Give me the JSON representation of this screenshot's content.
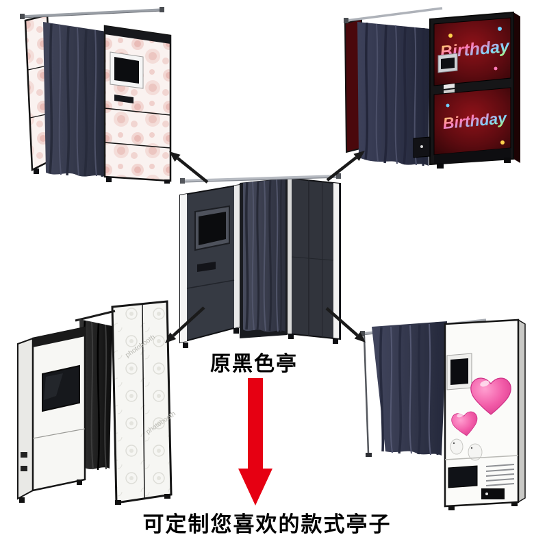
{
  "captions": {
    "center": "原黑色亭",
    "bottom": "可定制您喜欢的款式亭子"
  },
  "booths": {
    "top_right": {
      "graphic_text": "Birthday"
    },
    "bottom_left": {
      "watermark": "photobooth"
    }
  },
  "colors": {
    "arrow_red": "#e60012",
    "arrow_black": "#1a1a1a",
    "curtain_navy": "#363a4e",
    "curtain_black": "#1b1b1b",
    "booth_black": "#33363e",
    "booth_red": "#6b0e13",
    "heart_pink": "#f25ca8",
    "floral_pink": "#eec7c2"
  }
}
